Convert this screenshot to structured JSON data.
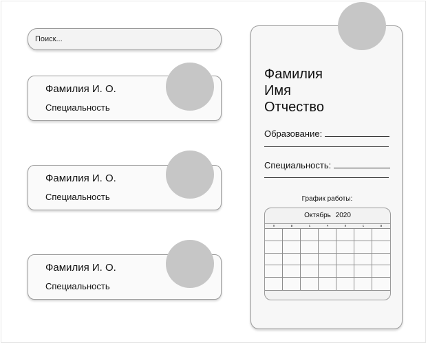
{
  "search": {
    "placeholder": "Поиск..."
  },
  "cards": [
    {
      "name": "Фамилия И. О.",
      "specialty": "Специальность"
    },
    {
      "name": "Фамилия И. О.",
      "specialty": "Специальность"
    },
    {
      "name": "Фамилия И. О.",
      "specialty": "Специальность"
    }
  ],
  "detail": {
    "surname": "Фамилия",
    "first_name": "Имя",
    "patronymic": "Отчество",
    "education_label": "Образование:",
    "specialty_label": "Специальность:",
    "schedule_label": "График работы:",
    "calendar": {
      "month": "Октябрь",
      "year": "2020",
      "weekdays": [
        "п",
        "в",
        "с",
        "ч",
        "п",
        "с",
        "в"
      ]
    }
  },
  "colors": {
    "avatar": "#c6c6c6",
    "border": "#9a9a9a",
    "card_bg": "#fafafa"
  }
}
